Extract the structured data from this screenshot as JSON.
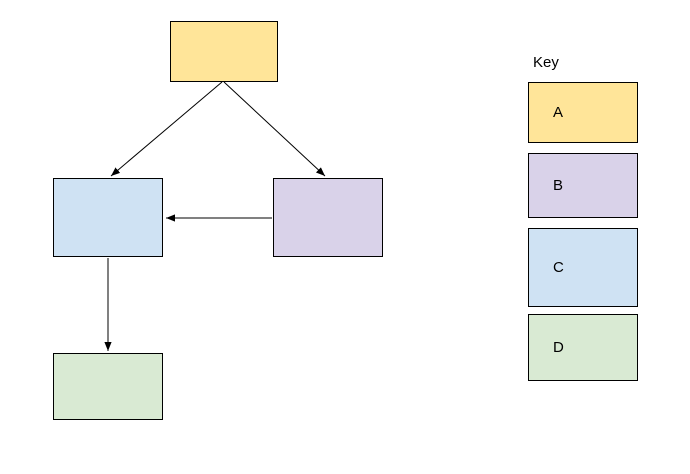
{
  "palette": {
    "A": "#ffe599",
    "B": "#d9d2e9",
    "C": "#cfe2f3",
    "D": "#d9ead3",
    "border": "#000000",
    "arrow": "#000000",
    "background": "#ffffff",
    "text": "#000000"
  },
  "key": {
    "title": "Key",
    "items": [
      {
        "label": "A",
        "color": "#ffe599"
      },
      {
        "label": "B",
        "color": "#d9d2e9"
      },
      {
        "label": "C",
        "color": "#cfe2f3"
      },
      {
        "label": "D",
        "color": "#d9ead3"
      }
    ]
  },
  "diagram": {
    "nodes": [
      {
        "id": "top",
        "key": "A",
        "position": "top-center"
      },
      {
        "id": "left",
        "key": "C",
        "position": "middle-left"
      },
      {
        "id": "right",
        "key": "B",
        "position": "middle-right"
      },
      {
        "id": "bottom",
        "key": "D",
        "position": "bottom-left"
      }
    ],
    "edges": [
      {
        "from": "top",
        "to": "left"
      },
      {
        "from": "top",
        "to": "right"
      },
      {
        "from": "right",
        "to": "left"
      },
      {
        "from": "left",
        "to": "bottom"
      }
    ]
  }
}
